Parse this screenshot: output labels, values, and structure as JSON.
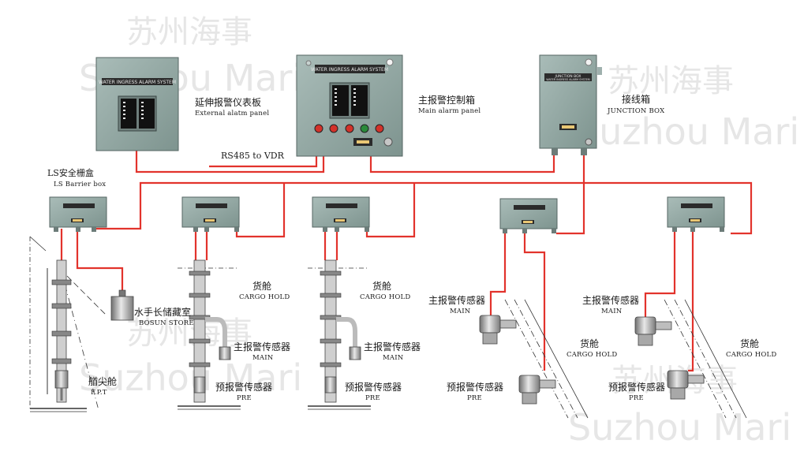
{
  "watermark": {
    "cn": "苏州海事",
    "en": "Suzhou Mari"
  },
  "panels": {
    "external": {
      "plate": "WATER INGRESS ALARM SYSTEM",
      "cn": "延伸报警仪表板",
      "en": "External alatm panel"
    },
    "main": {
      "plate": "WATER INGRESS ALARM SYSTEM",
      "cn": "主报警控制箱",
      "en": "Main alarm panel"
    },
    "junction": {
      "plate": "JUNCTION BOX",
      "plate_sub": "WATER INGRESS ALARM SYSTEM",
      "cn": "接线箱",
      "en": "JUNCTION BOX"
    }
  },
  "rs485": "RS485 to VDR",
  "barrier": {
    "cn": "LS安全栅盒",
    "en": "LS Barrier box"
  },
  "labels": {
    "bosun_cn": "水手长储藏室",
    "bosun_en": "BOSUN STORE",
    "fpt_cn": "艏尖舱",
    "fpt_en": "F.P.T",
    "cargo_cn": "货舱",
    "cargo_en": "CARGO HOLD",
    "main_sensor_cn": "主报警传感器",
    "main_sensor_en": "MAIN",
    "pre_sensor_cn": "预报警传感器",
    "pre_sensor_en": "PRE"
  },
  "colors": {
    "wire": "#e2332c",
    "box": "#8fa6a2",
    "box_dark": "#5c6e6b",
    "plate": "#2b2b2b"
  }
}
